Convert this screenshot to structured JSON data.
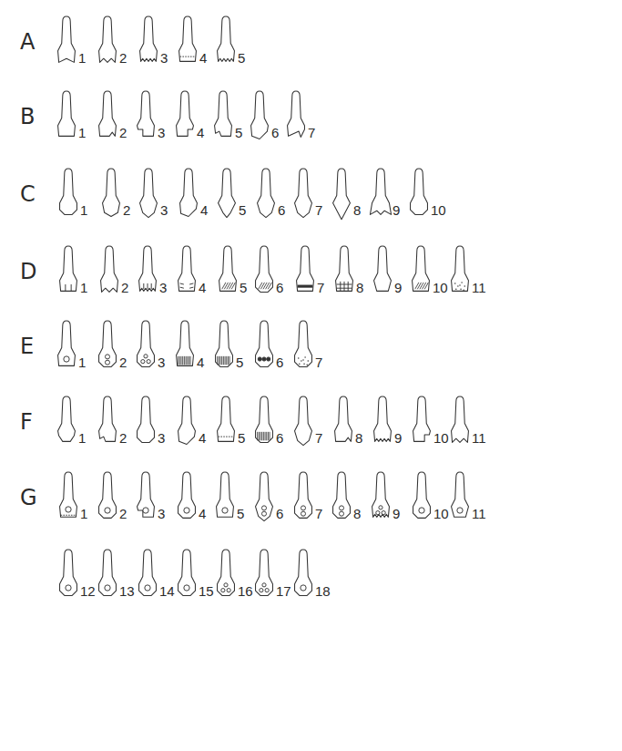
{
  "diagram": {
    "labels": [
      "A",
      "1",
      "2",
      "3",
      "4",
      "5",
      "B",
      "1",
      "2",
      "3",
      "4",
      "5",
      "6",
      "7",
      "C",
      "1",
      "2",
      "3",
      "4",
      "5",
      "6",
      "7",
      "8",
      "9",
      "10",
      "D",
      "1",
      "2",
      "3",
      "4",
      "5",
      "6",
      "7",
      "8",
      "9",
      "10",
      "11",
      "E",
      "1",
      "2",
      "3",
      "4",
      "5",
      "6",
      "7",
      "F",
      "1",
      "2",
      "3",
      "4",
      "5",
      "6",
      "7",
      "8",
      "9",
      "10",
      "11",
      "G",
      "1",
      "2",
      "3",
      "4",
      "5",
      "6",
      "7",
      "8",
      "9",
      "10",
      "11",
      "12",
      "13",
      "14",
      "15",
      "16",
      "17",
      "18"
    ]
  }
}
